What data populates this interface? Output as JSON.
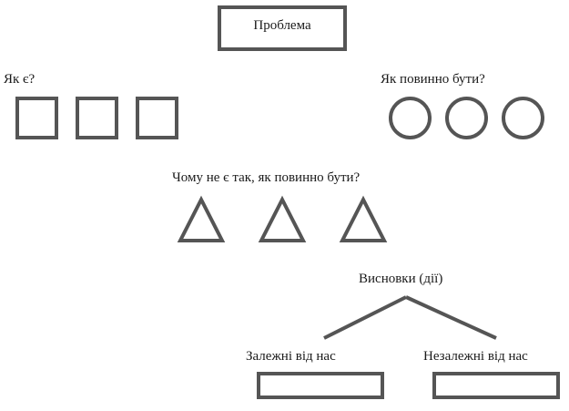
{
  "problem": {
    "label": "Проблема"
  },
  "current_state": {
    "label": "Як є?",
    "shape": "square",
    "count": 3
  },
  "desired_state": {
    "label": "Як повинно бути?",
    "shape": "circle",
    "count": 3
  },
  "gap_question": {
    "label": "Чому не є так, як повинно бути?",
    "shape": "triangle",
    "count": 3
  },
  "conclusions": {
    "label": "Висновки (дії)",
    "dependent": {
      "label": "Залежні від нас"
    },
    "independent": {
      "label": "Незалежні від нас"
    }
  },
  "colors": {
    "stroke": "#555555",
    "text": "#1a1a1a",
    "background": "#ffffff"
  }
}
